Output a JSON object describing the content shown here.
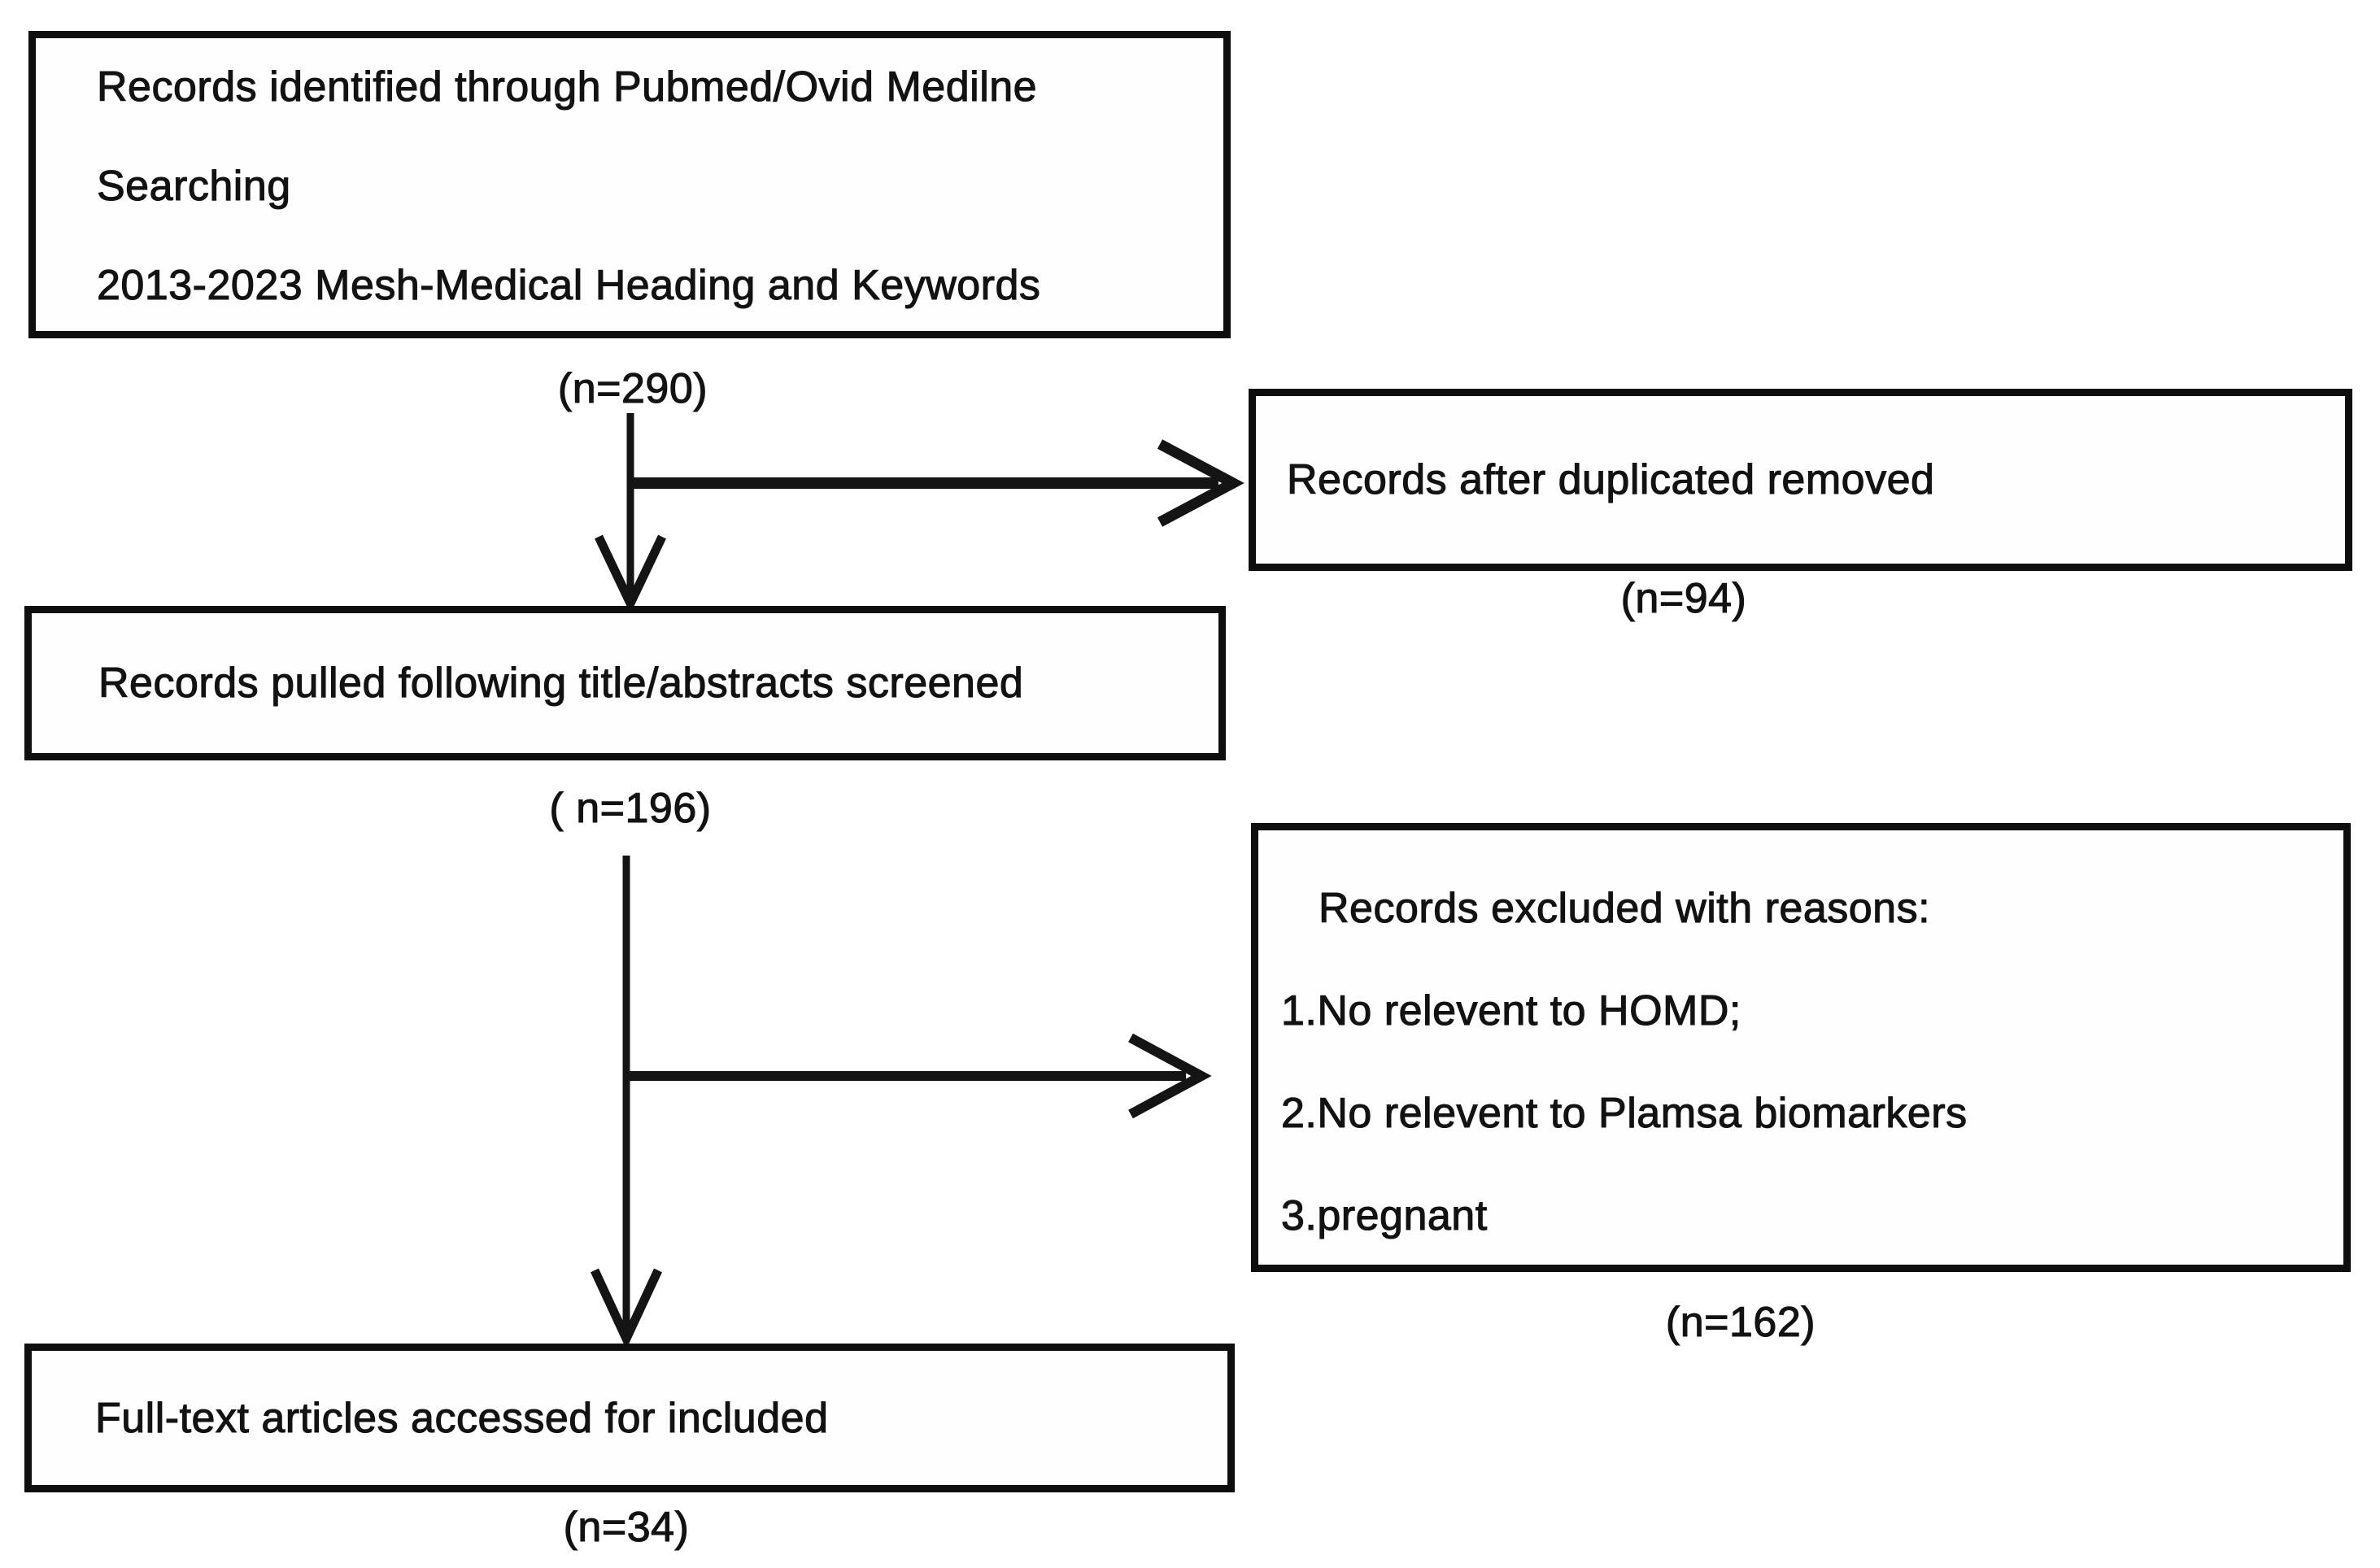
{
  "diagram": {
    "colors": {
      "box_border": "#0e0e0e",
      "text": "#121212",
      "background": "#ffffff"
    },
    "boxes": {
      "identification": {
        "lines": [
          "Records identified through Pubmed/Ovid Medilne",
          "Searching",
          "2013-2023 Mesh-Medical Heading and Keywords"
        ],
        "count_label": "(n=290)"
      },
      "duplicates_removed": {
        "lines": [
          "Records after duplicated removed"
        ],
        "count_label": "(n=94)"
      },
      "screened": {
        "lines": [
          "Records pulled following title/abstracts screened"
        ],
        "count_label": "( n=196)"
      },
      "excluded": {
        "lines": [
          "Records excluded with reasons:",
          "1.No relevent to HOMD;",
          "2.No relevent to Plamsa biomarkers",
          "3.pregnant"
        ],
        "count_label": "(n=162)"
      },
      "included": {
        "lines": [
          "Full-text articles accessed for included"
        ],
        "count_label": "(n=34)"
      }
    }
  }
}
